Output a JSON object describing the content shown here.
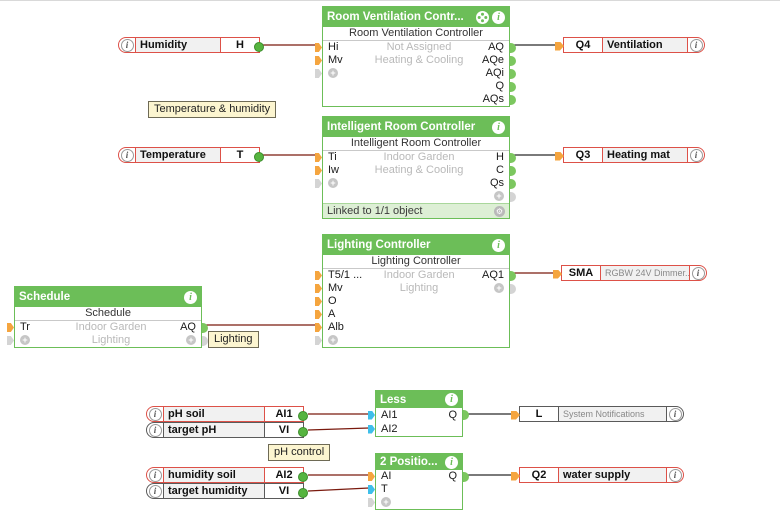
{
  "icons": {
    "info": "i",
    "plus": "+",
    "gear": "⚙"
  },
  "colors": {
    "block_green": "#6CBE58",
    "footer_green": "#DDEFD5",
    "wire_analog": "#7A1A0E",
    "wire_digital": "#2a2a2a",
    "connector_orange": "#F5A53F",
    "connector_cyan": "#3FBFEA",
    "connector_green": "#7CC75F",
    "pill_border_red": "#DD5148",
    "comment_bg": "#FCF5D0"
  },
  "fb": {
    "vent": {
      "title": "Room Ventilation Contr...",
      "subtitle": "Room Ventilation Controller",
      "room": "Not Assigned",
      "category": "Heating & Cooling",
      "in": [
        "Hi",
        "Mv"
      ],
      "out": [
        "AQ",
        "AQe",
        "AQi",
        "Q",
        "AQs"
      ]
    },
    "irc": {
      "title": "Intelligent Room Controller",
      "subtitle": "Intelligent Room Controller",
      "room": "Indoor Garden",
      "category": "Heating & Cooling",
      "in": [
        "Ti",
        "Iw"
      ],
      "out": [
        "H",
        "C",
        "Qs"
      ],
      "footer": "Linked to 1/1 object"
    },
    "lc": {
      "title": "Lighting Controller",
      "subtitle": "Lighting Controller",
      "room": "Indoor Garden",
      "category": "Lighting",
      "in": [
        "T5/1 ...",
        "Mv",
        "O",
        "A",
        "Alb"
      ],
      "out": [
        "AQ1"
      ]
    },
    "schedule": {
      "title": "Schedule",
      "subtitle": "Schedule",
      "room": "Indoor Garden",
      "category": "Lighting",
      "in": [
        "Tr"
      ],
      "out": [
        "AQ"
      ]
    },
    "less": {
      "title": "Less",
      "in": [
        "AI1",
        "AI2"
      ],
      "out": [
        "Q"
      ]
    },
    "twopos": {
      "title": "2 Positio...",
      "in": [
        "AI",
        "T"
      ],
      "out": [
        "Q"
      ]
    }
  },
  "sensors": {
    "humidity": {
      "label": "Humidity",
      "port": "H"
    },
    "temperature": {
      "label": "Temperature",
      "port": "T"
    },
    "ph_soil": {
      "label": "pH soil",
      "port": "AI1"
    },
    "target_ph": {
      "label": "target pH",
      "port": "VI"
    },
    "humidity_soil": {
      "label": "humidity soil",
      "port": "AI2"
    },
    "target_humidity": {
      "label": "target humidity",
      "port": "VI"
    }
  },
  "actuators": {
    "ventilation": {
      "port": "Q4",
      "label": "Ventilation"
    },
    "heating_mat": {
      "port": "Q3",
      "label": "Heating mat"
    },
    "sma": {
      "port": "SMA",
      "label": "RGBW 24V Dimmer..."
    },
    "notifications": {
      "port": "L",
      "label": "System Notifications"
    },
    "water_supply": {
      "port": "Q2",
      "label": "water supply"
    }
  },
  "comments": {
    "temp_humidity": "Temperature & humidity",
    "lighting": "Lighting",
    "ph_control": "pH control"
  }
}
